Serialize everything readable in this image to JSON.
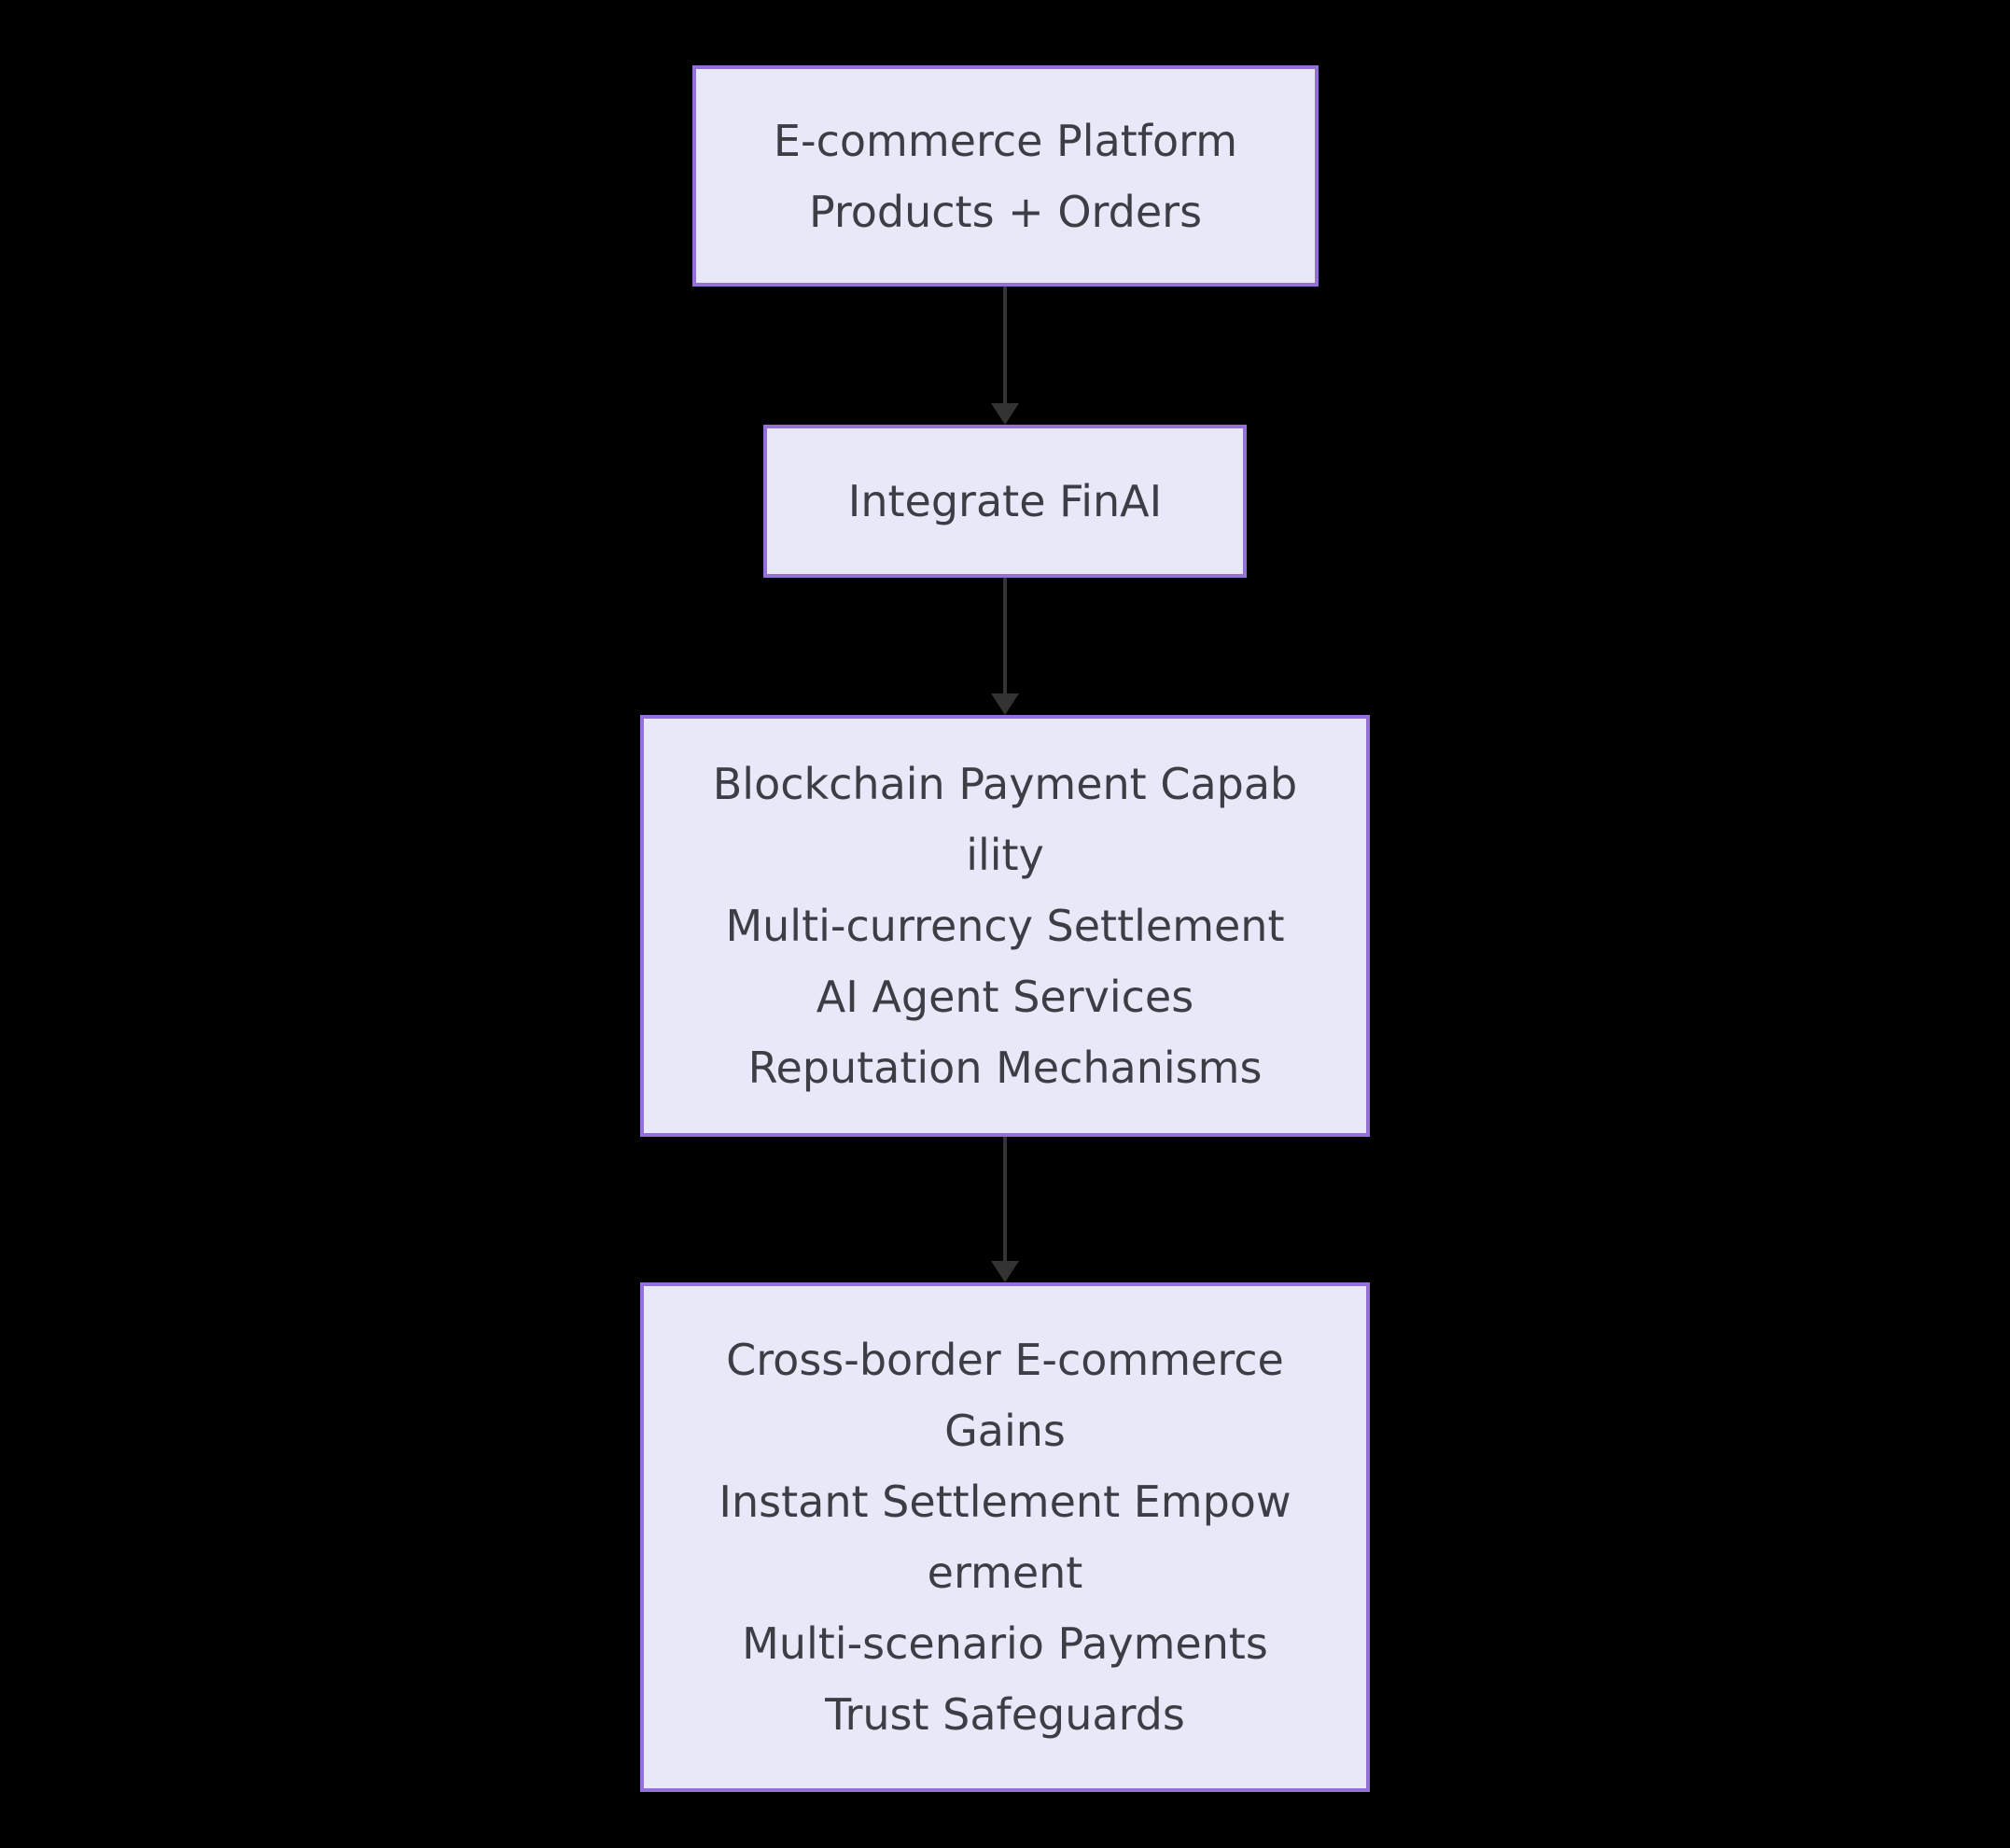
{
  "diagram": {
    "type": "flowchart-top-down",
    "colors": {
      "background": "#000000",
      "node_fill": "#e8e8f8",
      "node_border": "#9370db",
      "text_color": "#3d3d46",
      "arrow_color": "#333333"
    },
    "nodes": [
      {
        "id": "ecommerce-platform",
        "lines": [
          "E-commerce Platform",
          "Products + Orders"
        ]
      },
      {
        "id": "integrate-finai",
        "lines": [
          "Integrate FinAI"
        ]
      },
      {
        "id": "blockchain-payment-capability",
        "lines": [
          "Blockchain Payment Capab",
          "ility",
          "Multi-currency Settlement",
          "AI Agent Services",
          "Reputation Mechanisms"
        ]
      },
      {
        "id": "cross-border-ecommerce-gains",
        "lines": [
          "Cross-border E-commerce",
          "Gains",
          "Instant Settlement Empow",
          "erment",
          "Multi-scenario Payments",
          "Trust Safeguards"
        ]
      }
    ],
    "edges": [
      {
        "from": "ecommerce-platform",
        "to": "integrate-finai"
      },
      {
        "from": "integrate-finai",
        "to": "blockchain-payment-capability"
      },
      {
        "from": "blockchain-payment-capability",
        "to": "cross-border-ecommerce-gains"
      }
    ]
  }
}
